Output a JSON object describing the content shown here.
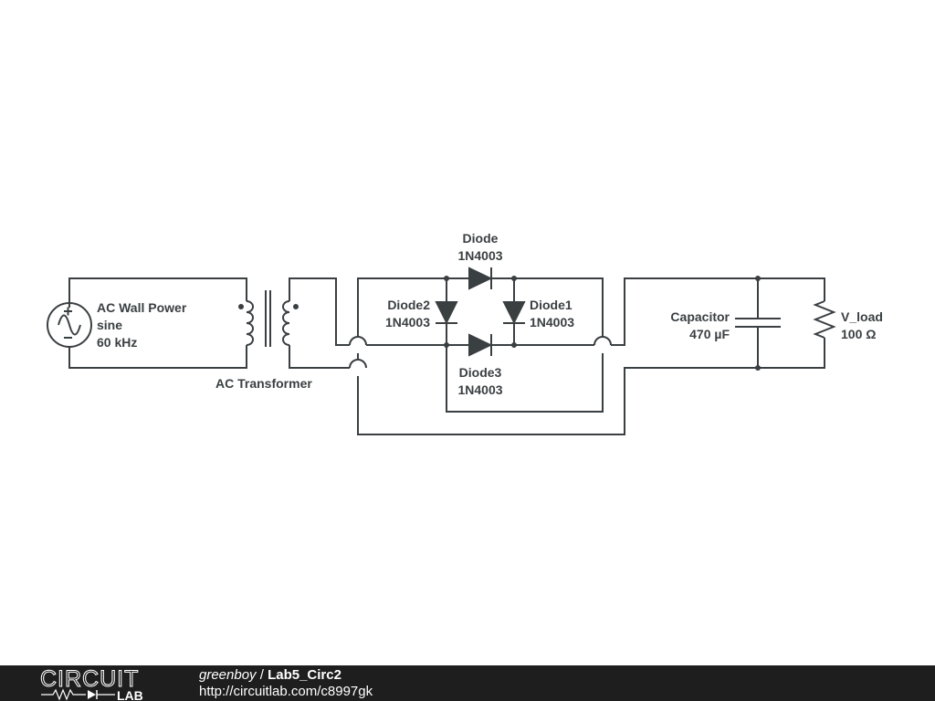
{
  "components": {
    "source": {
      "name": "AC Wall Power",
      "type": "sine",
      "freq": "60 kHz"
    },
    "transformer": {
      "name": "AC Transformer"
    },
    "diode_top": {
      "name": "Diode",
      "model": "1N4003"
    },
    "diode_1": {
      "name": "Diode1",
      "model": "1N4003"
    },
    "diode_2": {
      "name": "Diode2",
      "model": "1N4003"
    },
    "diode_3": {
      "name": "Diode3",
      "model": "1N4003"
    },
    "capacitor": {
      "name": "Capacitor",
      "value": "470 µF"
    },
    "resistor": {
      "name": "V_load",
      "value": "100 Ω"
    }
  },
  "footer": {
    "logo_top": "CIRCUIT",
    "logo_bottom": "LAB",
    "user": "greenboy",
    "separator": " / ",
    "title": "Lab5_Circ2",
    "url": "http://circuitlab.com/c8997gk"
  },
  "colors": {
    "ink": "#3a3f42",
    "footer_bg": "#1e1e1e",
    "footer_text": "#ffffff"
  }
}
